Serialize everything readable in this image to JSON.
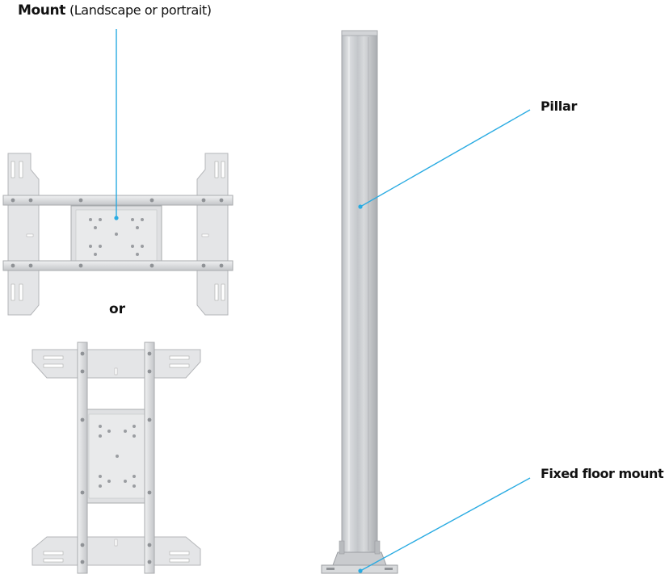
{
  "labels": {
    "mount_bold": "Mount",
    "mount_sub": "(Landscape or portrait)",
    "pillar": "Pillar",
    "floor_mount": "Fixed floor mount",
    "or": "or"
  },
  "colors": {
    "callout_line": "#29abe2",
    "metal_light": "#e6e7e8",
    "metal_mid": "#c9cbce",
    "metal_dark": "#9a9da1"
  }
}
